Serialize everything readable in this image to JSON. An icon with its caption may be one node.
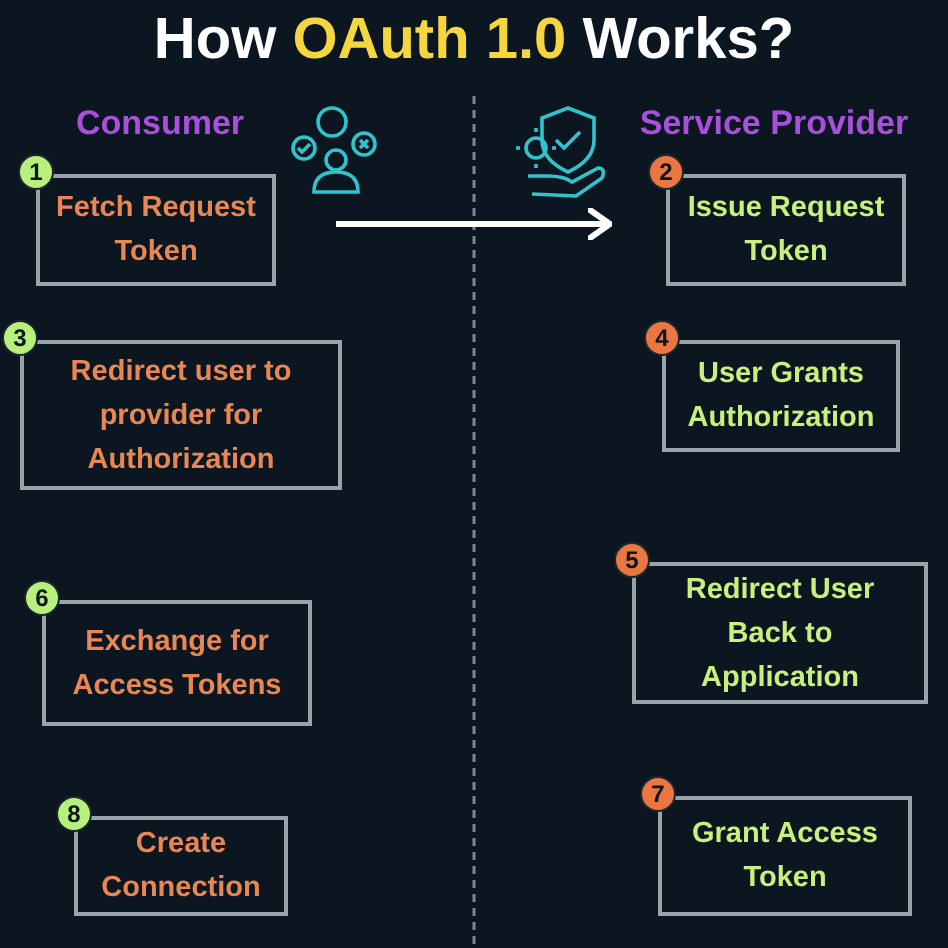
{
  "diagram": {
    "title": "How OAuth 1.0 Works?",
    "nodes": [
      {
        "text": [
          "Fetch Request Token"
        ],
        "beside": [
          "1"
        ]
      },
      {
        "text": [
          "Issue Request Token"
        ],
        "beside": [
          "2"
        ]
      },
      {
        "text": [
          "Redirect user to provider for Authorization"
        ],
        "beside": [
          "3"
        ]
      },
      {
        "text": [
          "User Grants Authorization"
        ],
        "beside": [
          "4"
        ]
      },
      {
        "text": [
          "Redirect User Back to Application"
        ],
        "beside": [
          "5"
        ]
      },
      {
        "text": [
          "Exchange for Access Tokens"
        ],
        "beside": [
          "6"
        ]
      },
      {
        "text": [
          "Grant Access Token"
        ],
        "beside": [
          "7"
        ]
      },
      {
        "text": [
          "Create Connection"
        ],
        "beside": [
          "8"
        ]
      }
    ],
    "edges": [
      {
        "from": 0,
        "to": 1,
        "arrow": "to"
      }
    ],
    "labels": [
      "Consumer",
      "Service Provider"
    ]
  }
}
